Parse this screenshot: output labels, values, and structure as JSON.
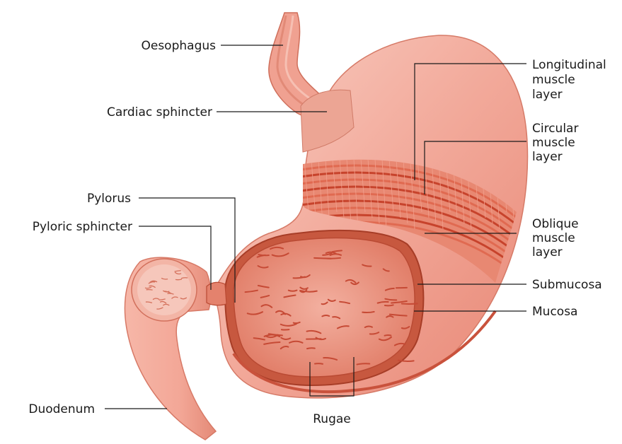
{
  "colors": {
    "outer_wall": "#f2a99a",
    "outer_wall_light": "#f8c8bc",
    "muscle_band": "#d9533d",
    "muscle_dark": "#b8321f",
    "mucosa": "#e9836f",
    "rugae_fold": "#c0452f",
    "leader": "#1a1a1a"
  },
  "labels": {
    "oesophagus": "Oesophagus",
    "cardiac_sphincter": "Cardiac sphincter",
    "pylorus": "Pylorus",
    "pyloric_sphincter": "Pyloric sphincter",
    "duodenum": "Duodenum",
    "longitudinal": [
      "Longitudinal",
      "muscle",
      "layer"
    ],
    "circular": [
      "Circular",
      "muscle",
      "layer"
    ],
    "oblique": [
      "Oblique",
      "muscle",
      "layer"
    ],
    "submucosa": "Submucosa",
    "mucosa": "Mucosa",
    "rugae": "Rugae"
  }
}
